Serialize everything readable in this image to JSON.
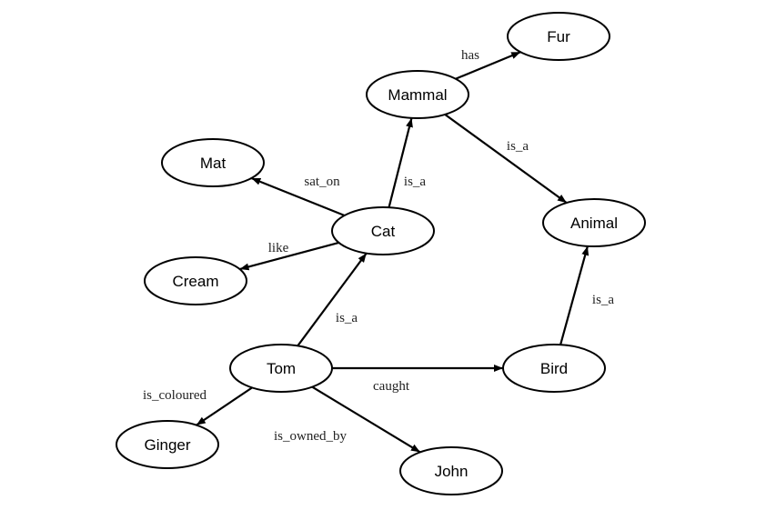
{
  "nodes": [
    {
      "id": "fur",
      "label": "Fur"
    },
    {
      "id": "mammal",
      "label": "Mammal"
    },
    {
      "id": "mat",
      "label": "Mat"
    },
    {
      "id": "cat",
      "label": "Cat"
    },
    {
      "id": "animal",
      "label": "Animal"
    },
    {
      "id": "cream",
      "label": "Cream"
    },
    {
      "id": "tom",
      "label": "Tom"
    },
    {
      "id": "bird",
      "label": "Bird"
    },
    {
      "id": "ginger",
      "label": "Ginger"
    },
    {
      "id": "john",
      "label": "John"
    }
  ],
  "edges": [
    {
      "id": "mammal-has-fur",
      "from": "mammal",
      "to": "fur",
      "label": "has"
    },
    {
      "id": "mammal-isa-animal",
      "from": "mammal",
      "to": "animal",
      "label": "is_a"
    },
    {
      "id": "cat-saton-mat",
      "from": "cat",
      "to": "mat",
      "label": "sat_on"
    },
    {
      "id": "cat-isa-mammal",
      "from": "cat",
      "to": "mammal",
      "label": "is_a"
    },
    {
      "id": "cat-like-cream",
      "from": "cat",
      "to": "cream",
      "label": "like"
    },
    {
      "id": "tom-isa-cat",
      "from": "tom",
      "to": "cat",
      "label": "is_a"
    },
    {
      "id": "tom-caught-bird",
      "from": "tom",
      "to": "bird",
      "label": "caught"
    },
    {
      "id": "bird-isa-animal",
      "from": "bird",
      "to": "animal",
      "label": "is_a"
    },
    {
      "id": "tom-iscoloured-ginger",
      "from": "tom",
      "to": "ginger",
      "label": "is_coloured"
    },
    {
      "id": "tom-isownedby-john",
      "from": "tom",
      "to": "john",
      "label": "is_owned_by"
    }
  ]
}
